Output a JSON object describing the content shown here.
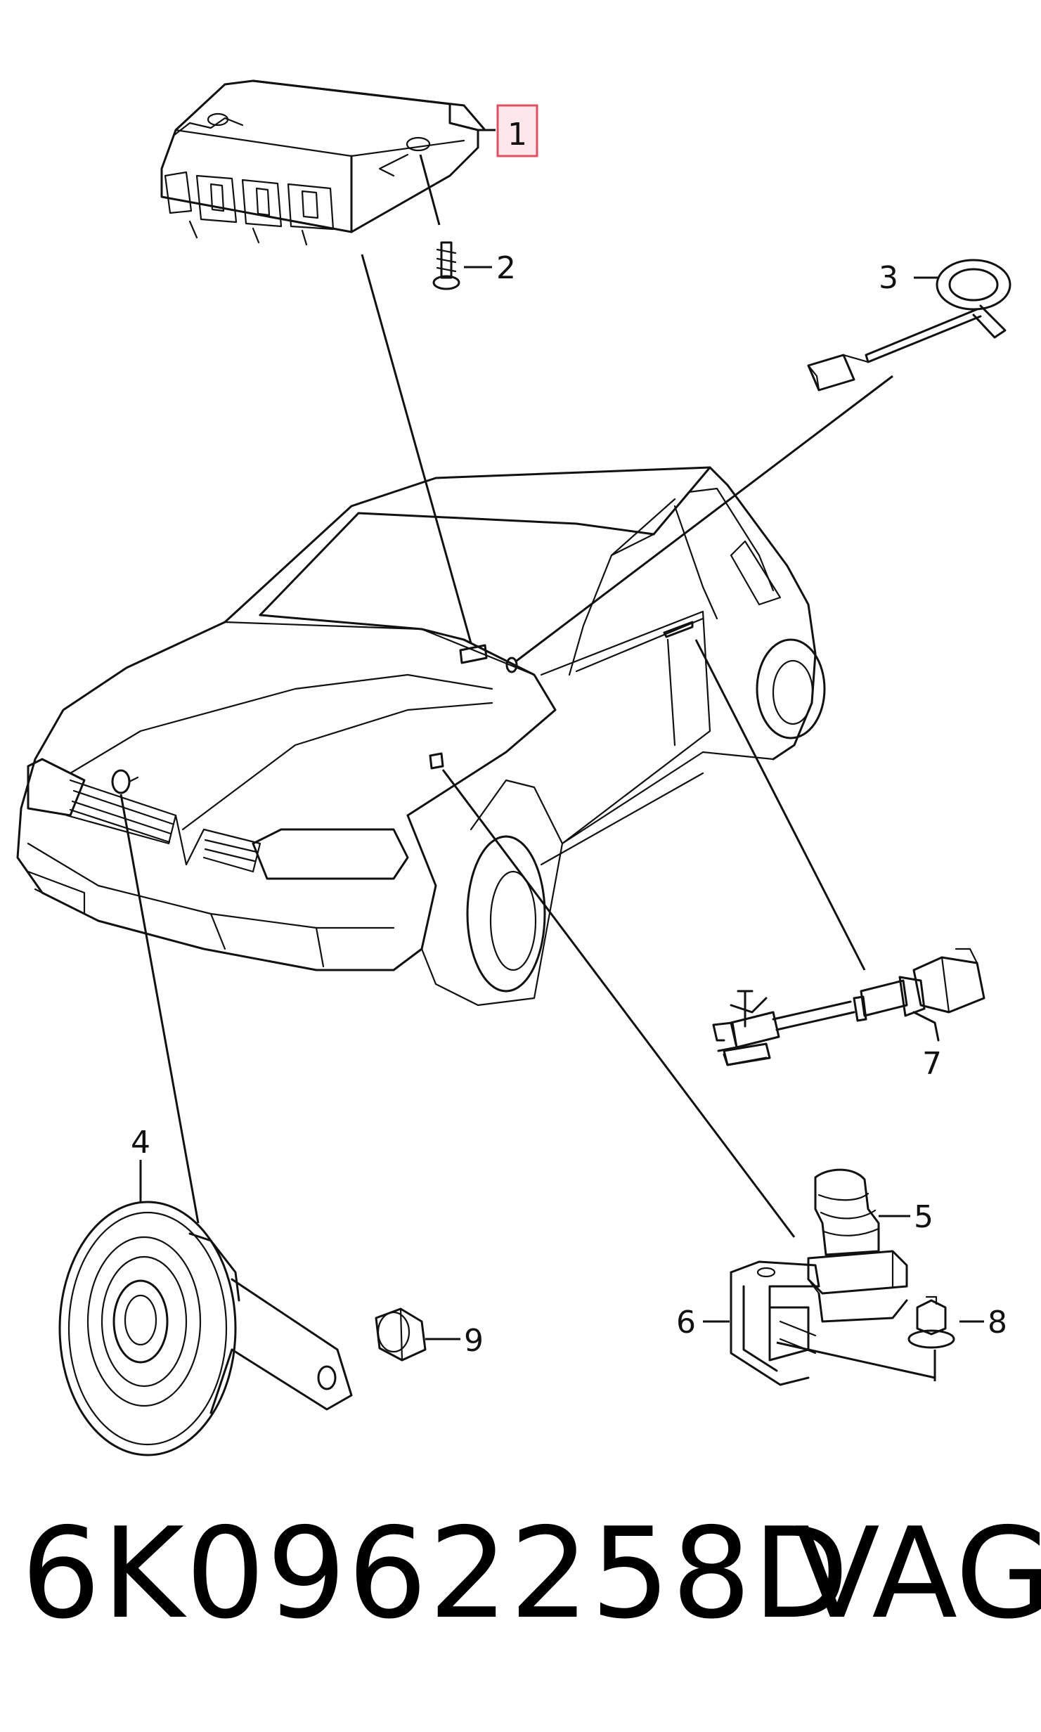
{
  "callouts": [
    {
      "id": "1",
      "text": "1",
      "highlighted": true
    },
    {
      "id": "2",
      "text": "2"
    },
    {
      "id": "3",
      "text": "3"
    },
    {
      "id": "4",
      "text": "4"
    },
    {
      "id": "5",
      "text": "5"
    },
    {
      "id": "6",
      "text": "6"
    },
    {
      "id": "7",
      "text": "7"
    },
    {
      "id": "8",
      "text": "8"
    },
    {
      "id": "9",
      "text": "9"
    }
  ],
  "caption": {
    "part_number": "6K0962258D",
    "brand": "VAG"
  },
  "colors": {
    "line": "#111111",
    "highlight_fill": "#fde7ea",
    "highlight_stroke": "#e05060"
  }
}
